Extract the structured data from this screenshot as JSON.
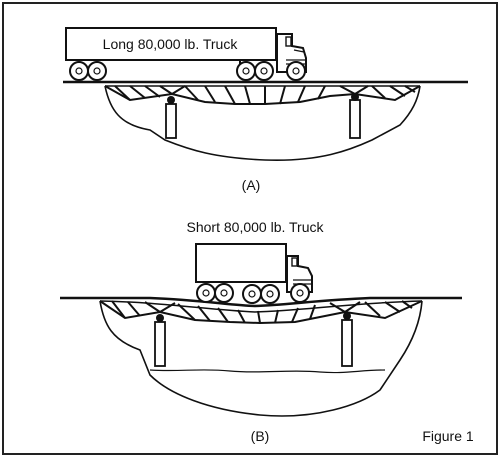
{
  "figure": {
    "caption": "Figure 1",
    "panel_a": {
      "label": "(A)",
      "truck_label": "Long 80,000 lb. Truck"
    },
    "panel_b": {
      "label": "(B)",
      "truck_label": "Short 80,000 lb. Truck"
    },
    "colors": {
      "ink": "#111111",
      "paper": "#ffffff"
    }
  }
}
